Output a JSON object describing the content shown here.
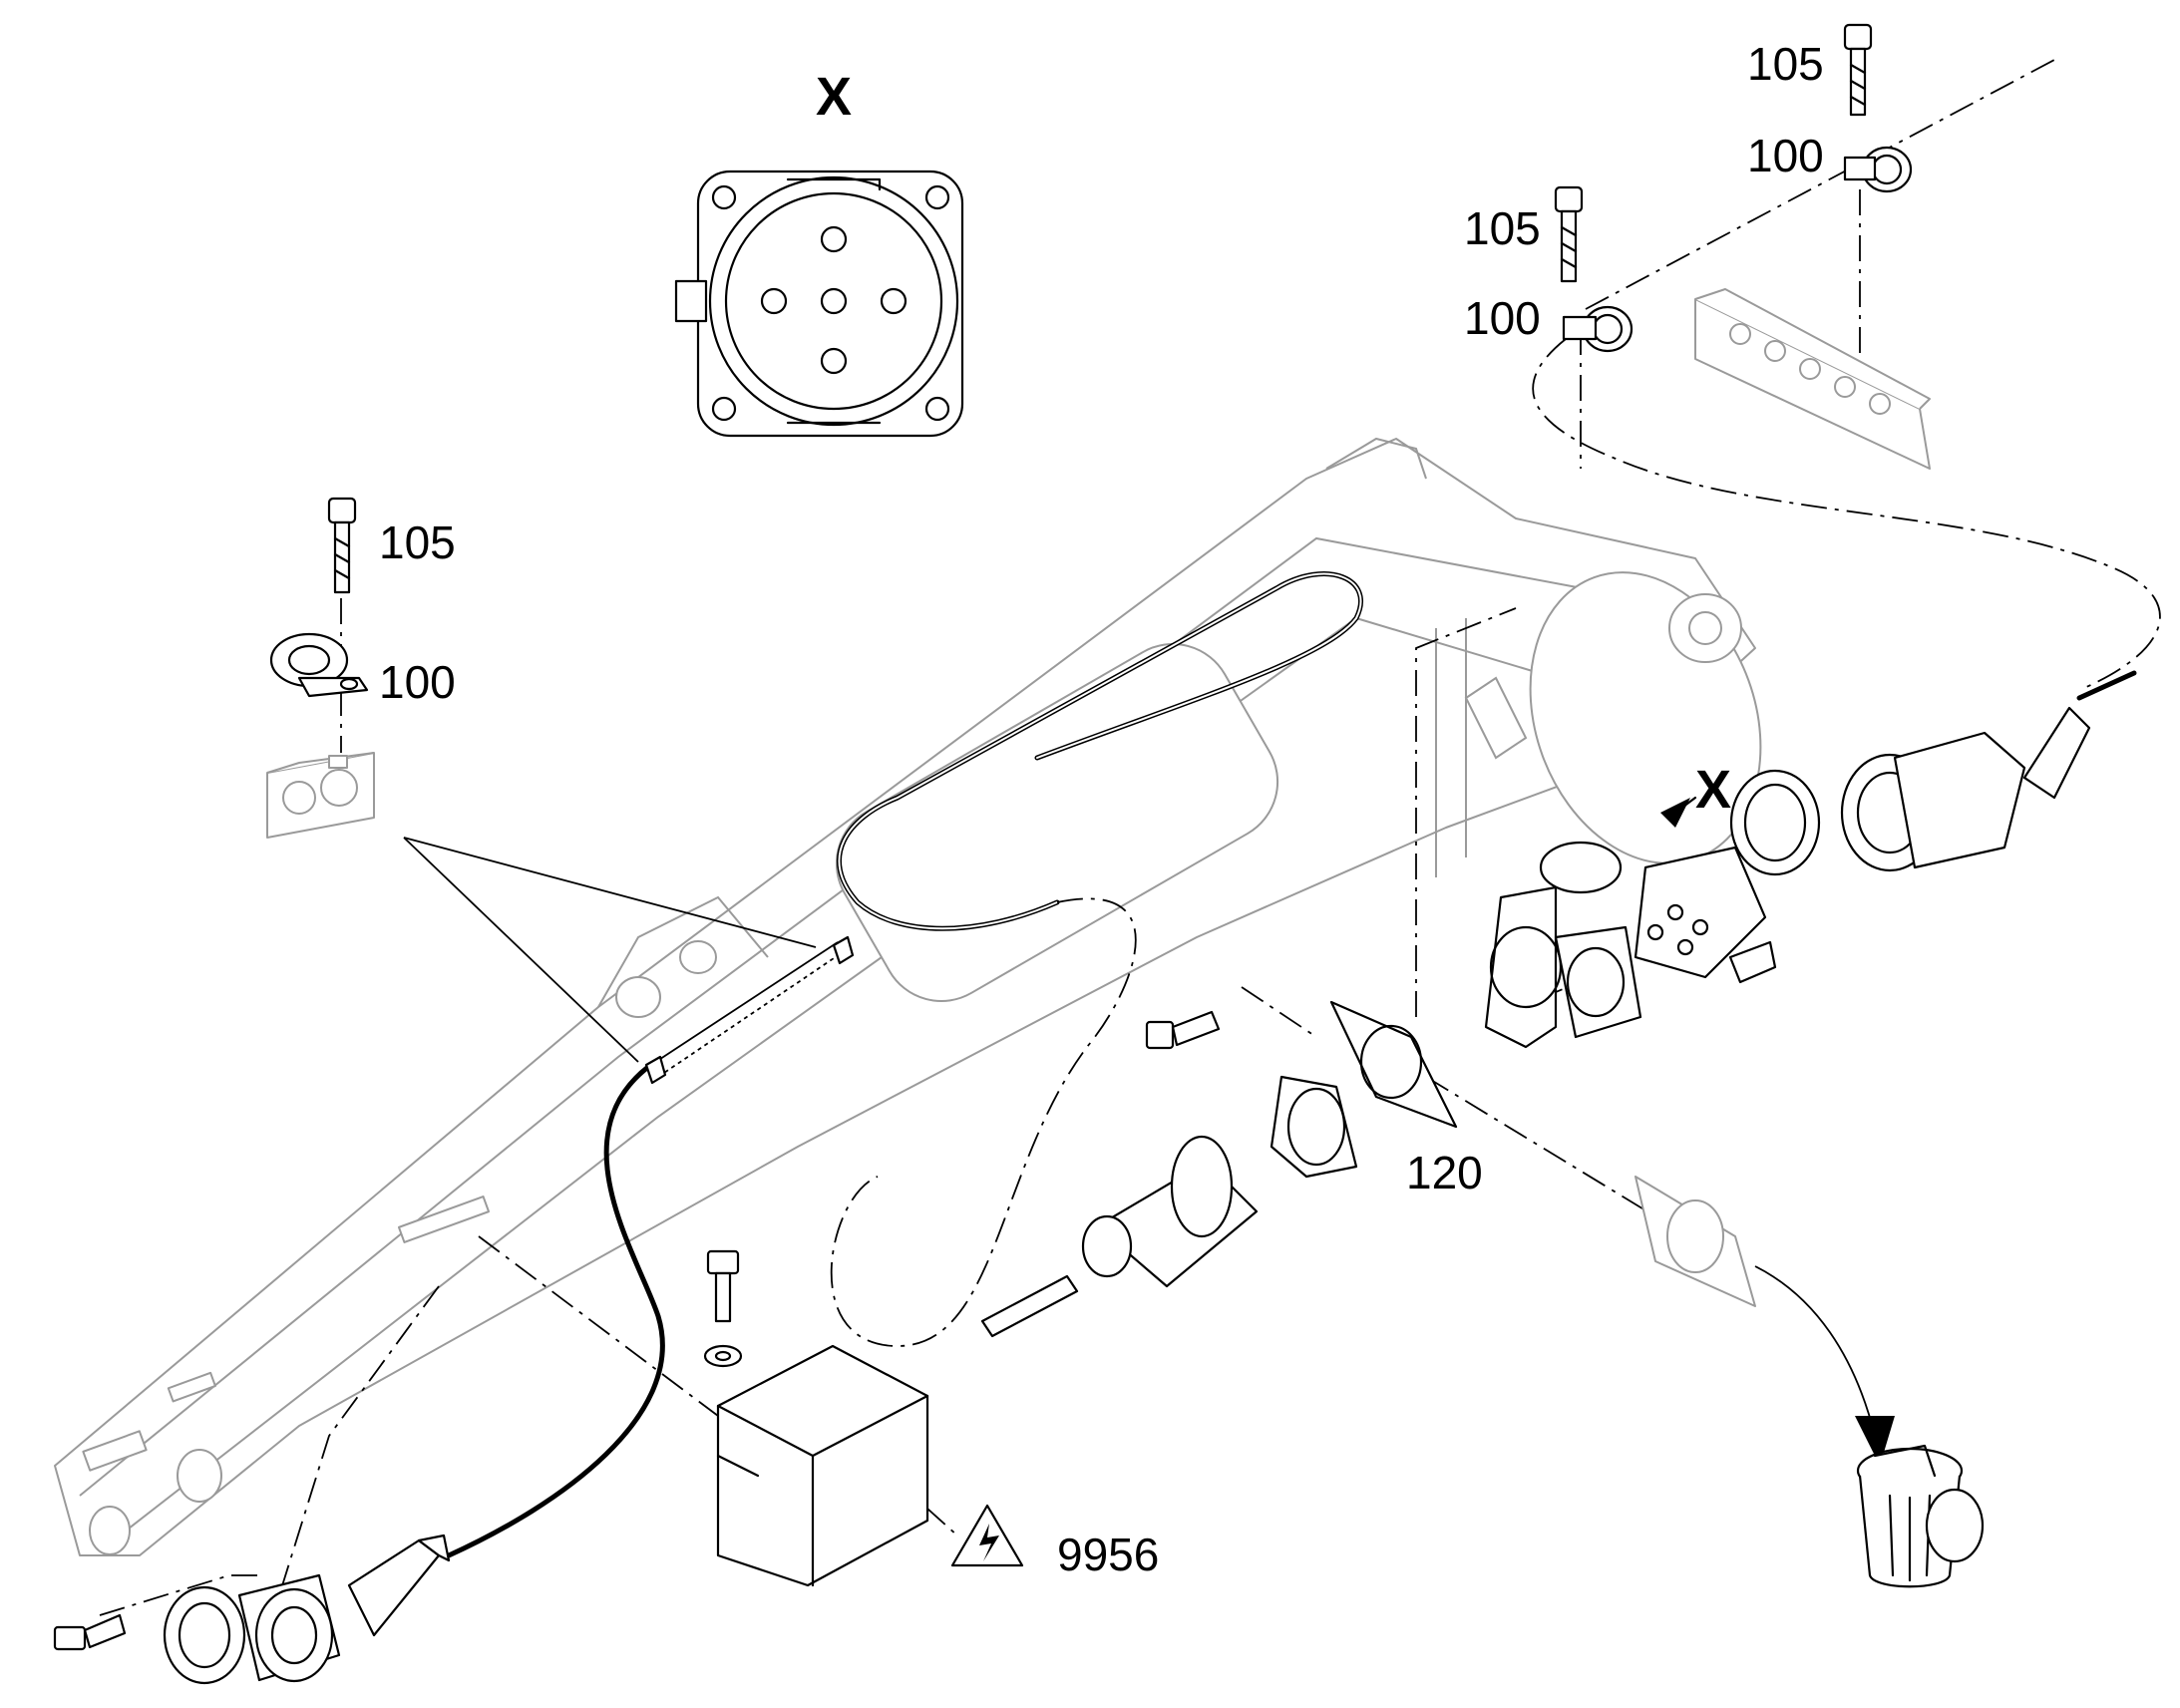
{
  "view_label": "X",
  "view_arrow_label": "X",
  "callouts": {
    "bolt_left": "105",
    "clamp_left": "100",
    "bolt_mid": "105",
    "clamp_mid": "100",
    "bolt_top": "105",
    "clamp_top": "100",
    "gasket": "120",
    "warning": "9956"
  },
  "colors": {
    "line": "#000000",
    "ghost_line": "#9a9a9a",
    "background": "#ffffff"
  },
  "icons": [
    "warning-high-voltage-icon",
    "trash-bin-icon",
    "direction-arrow-icon"
  ]
}
